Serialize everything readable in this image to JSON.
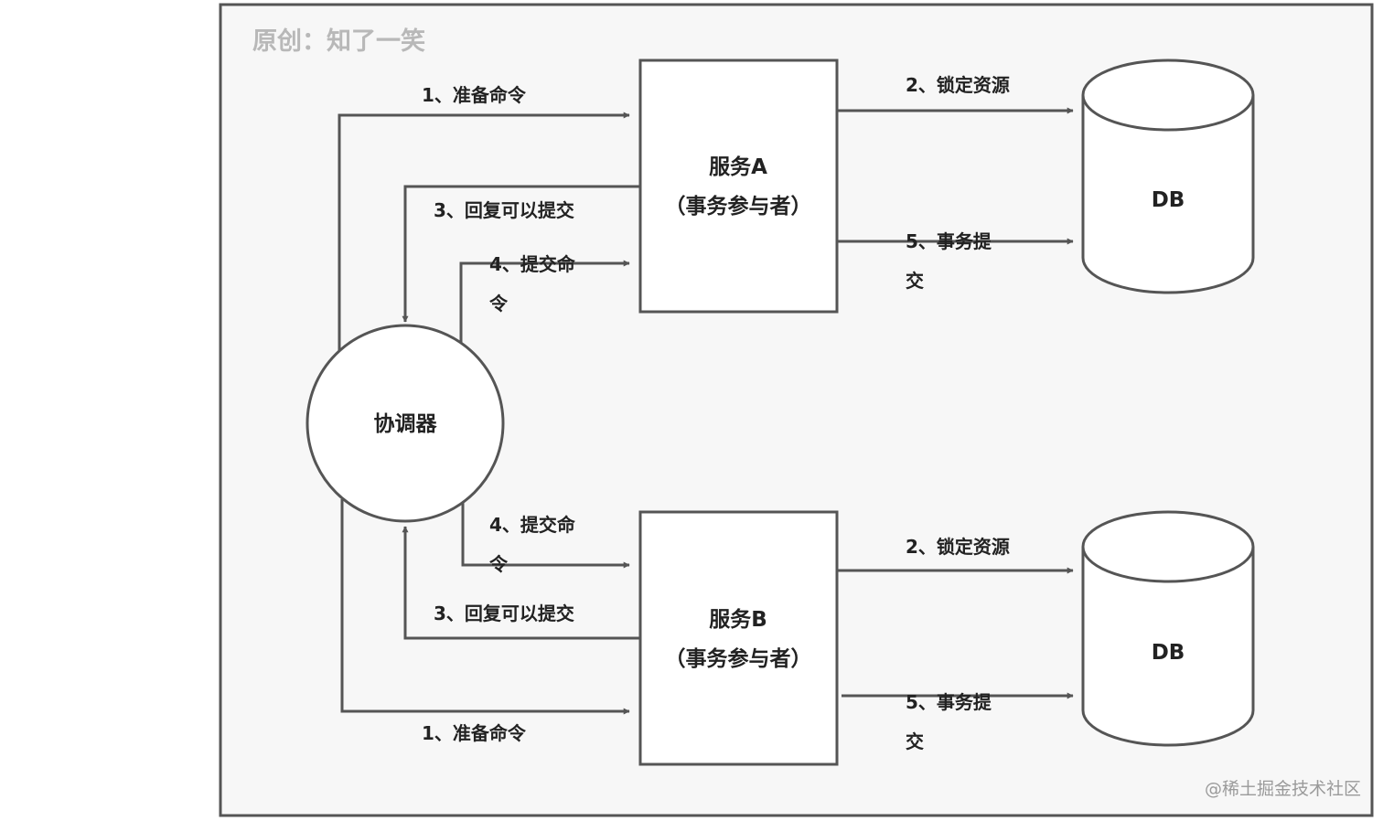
{
  "watermark": "原创：知了一笑",
  "credit": "@稀土掘金技术社区",
  "coordinator": {
    "label": "协调器"
  },
  "service_a": {
    "name": "服务A",
    "role": "（事务参与者）"
  },
  "service_b": {
    "name": "服务B",
    "role": "（事务参与者）"
  },
  "db_a": {
    "label": "DB"
  },
  "db_b": {
    "label": "DB"
  },
  "edges": {
    "a_prepare": "1、准备命令",
    "a_reply": "3、回复可以提交",
    "a_commit_line1": "4、提交命",
    "a_commit_line2": "令",
    "a_lock": "2、锁定资源",
    "a_tx_line1": "5、事务提",
    "a_tx_line2": "交",
    "b_commit_line1": "4、提交命",
    "b_commit_line2": "令",
    "b_reply": "3、回复可以提交",
    "b_prepare": "1、准备命令",
    "b_lock": "2、锁定资源",
    "b_tx_line1": "5、事务提",
    "b_tx_line2": "交"
  },
  "colors": {
    "stroke": "#555555",
    "frame_fill": "#f7f7f7",
    "text": "#222222",
    "watermark": "#b8b8b8"
  }
}
